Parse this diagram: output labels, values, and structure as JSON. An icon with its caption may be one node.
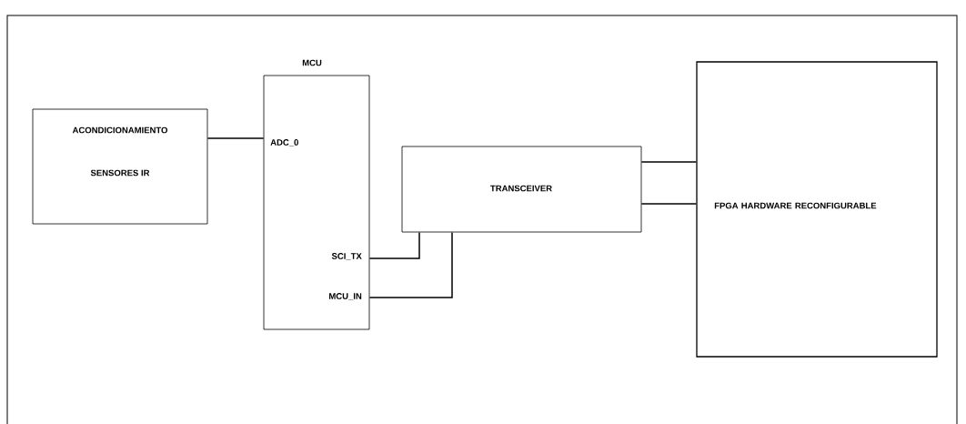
{
  "diagram": {
    "nodes": [
      {
        "text": [
          "ACONDICIONAMIENTO",
          "SENSORES IR"
        ]
      },
      {
        "text": [
          "MCU",
          "ADC_0",
          "SCI_TX",
          "MCU_IN"
        ]
      },
      {
        "text": [
          "TRANSCEIVER"
        ]
      },
      {
        "text": [
          "FPGA HARDWARE RECONFIGURABLE"
        ]
      }
    ],
    "edges": [
      {
        "from": 0,
        "to": 1,
        "arrow": "none"
      },
      {
        "from": 1,
        "to": 2,
        "arrow": "none"
      },
      {
        "from": 1,
        "to": 2,
        "arrow": "none"
      },
      {
        "from": 2,
        "to": 3,
        "arrow": "none"
      },
      {
        "from": 2,
        "to": 3,
        "arrow": "none"
      }
    ]
  }
}
